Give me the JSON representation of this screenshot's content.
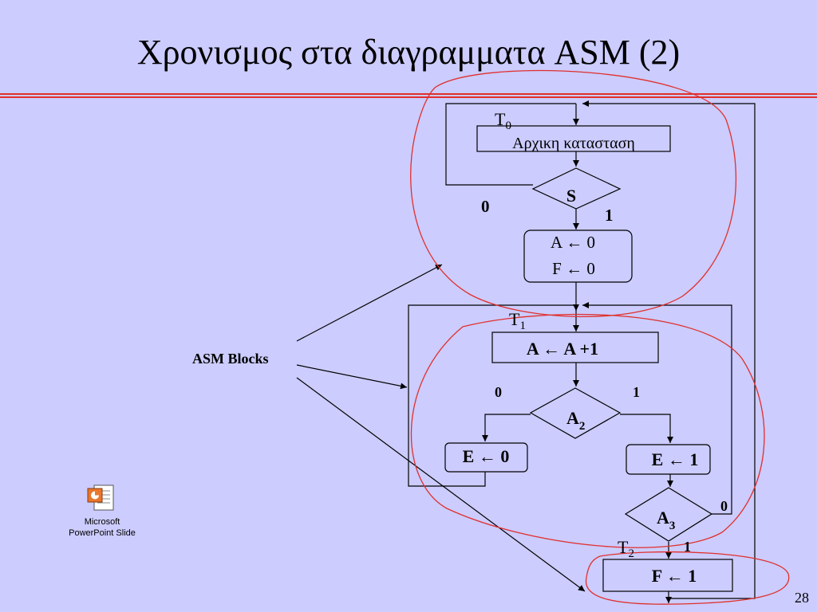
{
  "slide": {
    "title": "Χρονισμος στα διαγραμματα ASM (2)",
    "page_number": "28",
    "accent_color": "#e0302b",
    "background_color": "#ccccff"
  },
  "diagram": {
    "side_label": "ASM Blocks",
    "states": {
      "t0_main": "T",
      "t0_sub": "0",
      "t1_main": "T",
      "t1_sub": "1",
      "t2_main": "T",
      "t2_sub": "2"
    },
    "boxes": {
      "initial_state": "Αρχικη κατασταση",
      "a_reset": "A ← 0",
      "f_reset": "F  ← 0",
      "a_increment": "A ← A +1",
      "e_zero": "E ← 0",
      "e_one": "E ← 1",
      "f_one": "F ← 1"
    },
    "decisions": {
      "s": {
        "label": "S",
        "branch_left": "0",
        "branch_right": "1"
      },
      "a2": {
        "label_main": "A",
        "label_sub": "2",
        "branch_left": "0",
        "branch_right": "1"
      },
      "a3": {
        "label_main": "A",
        "label_sub": "3",
        "branch_right": "0",
        "branch_down": "1"
      }
    }
  },
  "embedded_object": {
    "icon": "powerpoint-slide-icon",
    "caption_line1": "Microsoft",
    "caption_line2": "PowerPoint Slide"
  }
}
